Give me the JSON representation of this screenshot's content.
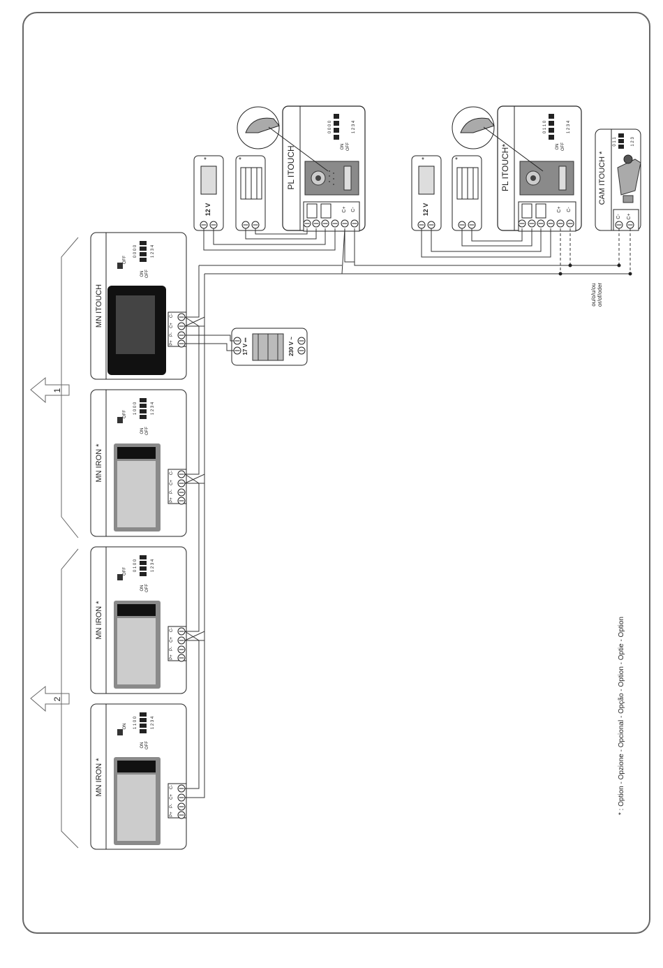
{
  "outdoor_units": [
    {
      "name": "PL ITOUCH",
      "dip_nums": "1 2 3 4",
      "dip_on": "ON",
      "dip_off": "OFF",
      "dip_states": "0 0 0 0",
      "terms": [
        "C+",
        "C-"
      ]
    },
    {
      "name": "PL ITOUCH*",
      "dip_nums": "1 2 3 4",
      "dip_on": "ON",
      "dip_off": "OFF",
      "dip_states": "0 1 1 0",
      "terms": [
        "C+",
        "C-"
      ]
    }
  ],
  "lock_voltage": "12 V",
  "lock_voltage_2": "12 V",
  "star": "*",
  "camera": {
    "name": "CAM ITOUCH *",
    "dip_nums": "1 2 3",
    "dip_states": "0 1 1",
    "dip_on": "ON",
    "dip_off": "OFF",
    "terms": [
      "C-",
      "C+"
    ]
  },
  "or_label_1": "ou/o/u/ou",
  "or_label_2": "or/of/oder",
  "power_supply": {
    "output": "17 V ⎓",
    "input": "230 V ~"
  },
  "monitors": [
    {
      "name": "MN ITOUCH",
      "dip": "0 0 0 0",
      "switch": "OFF",
      "terms": [
        "C-",
        "C+",
        "P-",
        "P+"
      ]
    },
    {
      "name": "MN IRON *",
      "dip": "1 0 0 0",
      "switch": "OFF",
      "terms": [
        "C-",
        "C+",
        "P-",
        "P+"
      ]
    },
    {
      "name": "MN IRON *",
      "dip": "0 1 0 0",
      "switch": "OFF",
      "terms": [
        "C-",
        "C+",
        "P-",
        "P+"
      ]
    },
    {
      "name": "MN IRON *",
      "dip": "1 1 0 0",
      "switch": "ON",
      "terms": [
        "C-",
        "C+",
        "P-",
        "P+"
      ]
    }
  ],
  "group_labels": [
    "1",
    "2"
  ],
  "dip_labels": {
    "on": "ON",
    "off": "OFF",
    "nums": "1 2 3 4"
  },
  "footnote": "* : Option - Opzione - Opcional - Opção - Option - Optie - Option"
}
